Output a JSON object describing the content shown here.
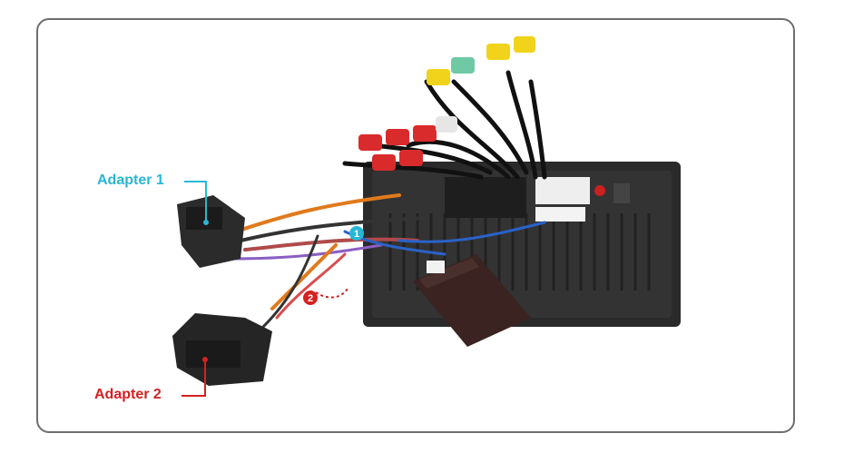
{
  "labels": {
    "adapter1": "Adapter 1",
    "adapter2": "Adapter 2"
  },
  "markers": {
    "marker1": "1",
    "marker2": "2"
  },
  "colors": {
    "adapter1": "#29b6d6",
    "adapter2": "#d42121",
    "marker1": "#29b6d6",
    "marker2": "#d42121",
    "frame": "#6e6e6e",
    "unit_body": "#2a2a2a",
    "can_box": "#3a2320"
  }
}
